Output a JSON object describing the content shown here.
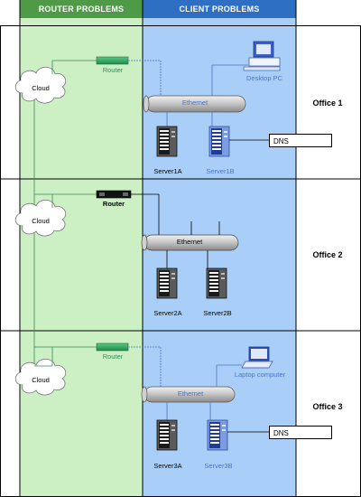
{
  "headers": {
    "router": "ROUTER PROBLEMS",
    "client": "CLIENT PROBLEMS"
  },
  "colors": {
    "router_zone": "#ccf0c4",
    "client_zone": "#a9cff8",
    "header_router": "#4e9a46",
    "header_client": "#2e6fc3",
    "dark_border": "#000000"
  },
  "offices": [
    {
      "label": "Office 1",
      "cloud": "Cloud",
      "router": "Router",
      "router_style": "green",
      "ethernet": "Ethernet",
      "ethernet_style": "blue",
      "client_device": "Desktop PC",
      "server_a": "Server1A",
      "server_b": "Server1B",
      "dns": "DNS"
    },
    {
      "label": "Office 2",
      "cloud": "Cloud",
      "router": "Router",
      "router_style": "dark",
      "ethernet": "Ethernet",
      "ethernet_style": "dark",
      "server_a": "Server2A",
      "server_b": "Server2B"
    },
    {
      "label": "Office 3",
      "cloud": "Cloud",
      "router": "Router",
      "router_style": "green",
      "ethernet": "Ethernet",
      "ethernet_style": "blue",
      "client_device": "Laptop computer",
      "server_a": "Server3A",
      "server_b": "Server3B",
      "dns": "DNS"
    }
  ]
}
